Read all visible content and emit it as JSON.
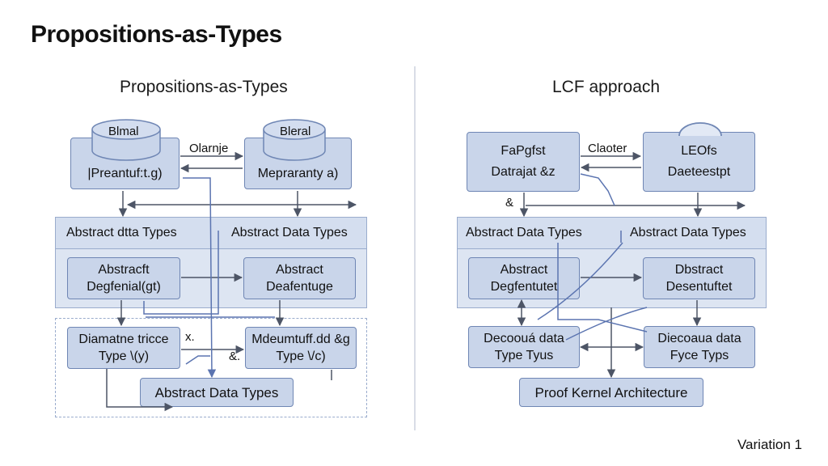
{
  "slide": {
    "title": "Propositions-as-Types",
    "footer": "Variation 1"
  },
  "left": {
    "title": "Propositions-as-Types",
    "top_left": {
      "cylinder": "Blmal",
      "label": "|Preantuf:t.g)"
    },
    "top_right": {
      "cylinder": "Bleral",
      "label": "Mepraranty a)"
    },
    "connector_label": "Olarnje",
    "band_left": "Abstract dtta Types",
    "band_right": "Abstract Data Types",
    "mid_left": "Abstracft\nDegfenial(gt)",
    "mid_right": "Abstract\nDeafentuge",
    "low_left": "Diamatne tricce\nType \\(y)",
    "low_right": "Mdeumtuff.dd &g\nType \\/c)",
    "low_left_mark": "x.",
    "low_right_mark": "&.",
    "bottom": "Abstract Data Types"
  },
  "right": {
    "title": "LCF approach",
    "top_left": "FaPgfst\nDatrajat &z",
    "top_right": "LEOfs\nDaeteestpt",
    "connector_label": "Claoter",
    "side_mark": "&",
    "band_left": "Abstract Data Types",
    "band_right": "Abstract Data Types",
    "mid_left": "Abstract\nDegfentutet",
    "mid_right": "Dbstract\nDesentuftet",
    "low_left": "Decoouá data\nType Tyus",
    "low_right": "Diecoaua data\nFyce Typs",
    "bottom": "Proof Kernel Architecture"
  }
}
